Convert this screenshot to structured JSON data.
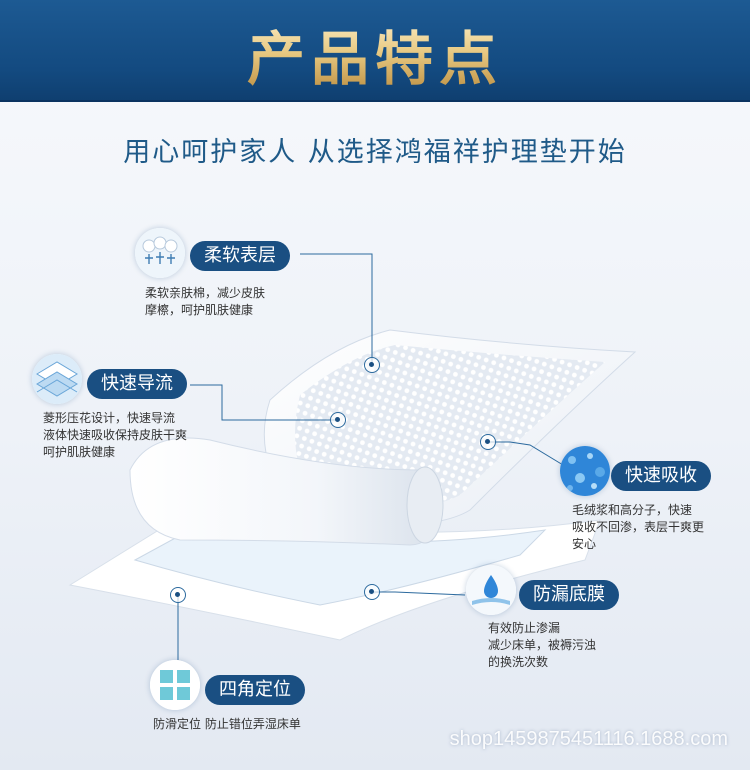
{
  "header": {
    "title": "产品特点"
  },
  "subtitle": "用心呵护家人 从选择鸿福祥护理垫开始",
  "features": [
    {
      "icon": "soft-fiber-icon",
      "label": "柔软表层",
      "desc_line1": "柔软亲肤棉，减少皮肤",
      "desc_line2": "摩檫，呵护肌肤健康"
    },
    {
      "icon": "diamond-emboss-icon",
      "label": "快速导流",
      "desc_line1": "菱形压花设计，快速导流",
      "desc_line2": "液体快速吸收保持皮肤干爽",
      "desc_line3": "呵护肌肤健康"
    },
    {
      "icon": "absorbent-core-icon",
      "label": "快速吸收",
      "desc_line1": "毛绒浆和高分子，快速",
      "desc_line2": "吸收不回渗，表层干爽更",
      "desc_line3": "安心"
    },
    {
      "icon": "water-drop-icon",
      "label": "防漏底膜",
      "desc_line1": "有效防止渗漏",
      "desc_line2": "减少床单，被褥污浊",
      "desc_line3": "的换洗次数"
    },
    {
      "icon": "corner-positioning-icon",
      "label": "四角定位",
      "desc_line1": "防滑定位 防止错位弄湿床单"
    }
  ],
  "watermark": "shop1459875451116.1688.com",
  "colors": {
    "brand_blue": "#1a4f82",
    "gold": "#e6c77f",
    "subtitle_blue": "#1f5a88"
  }
}
